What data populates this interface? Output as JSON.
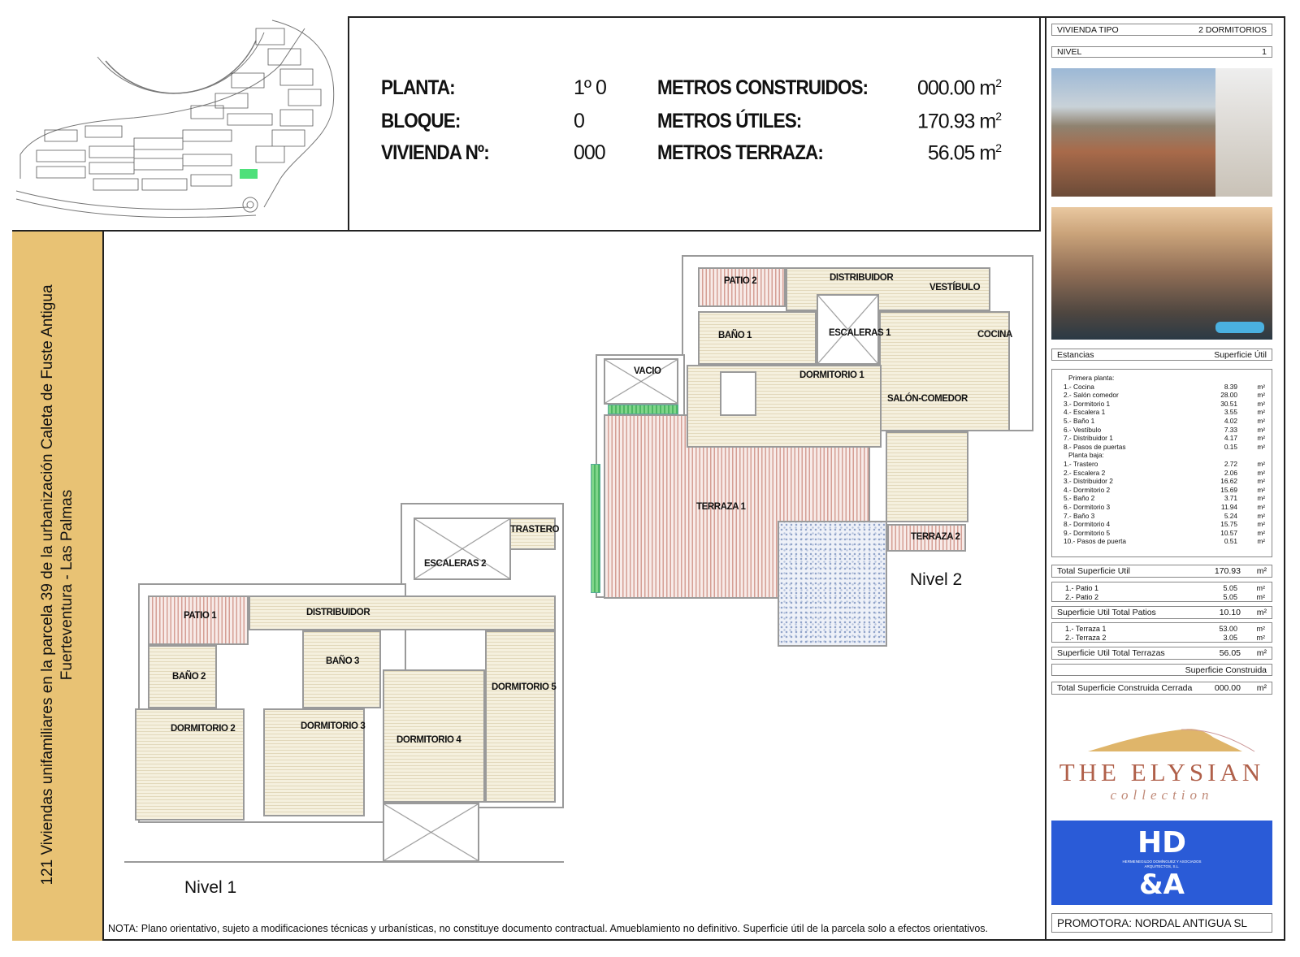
{
  "header": {
    "rows": [
      {
        "label": "PLANTA:",
        "value": "1º 0",
        "metric_label": "METROS CONSTRUIDOS:",
        "metric_value": "000.00 m",
        "unit_sup": "2"
      },
      {
        "label": "BLOQUE:",
        "value": "0",
        "metric_label": "METROS ÚTILES:",
        "metric_value": "170.93 m",
        "unit_sup": "2"
      },
      {
        "label": "VIVIENDA Nº:",
        "value": "000",
        "metric_label": "METROS TERRAZA:",
        "metric_value": "56.05 m",
        "unit_sup": "2"
      }
    ]
  },
  "side_title": {
    "line1": "121 Viviendas unifamiliares en la parcela 39 de la urbanización Caleta de Fuste Antigua",
    "line2": "Fuerteventura - Las Palmas"
  },
  "note": "NOTA: Plano orientativo, sujeto a modificaciones técnicas y urbanísticas, no constituye documento contractual. Amueblamiento no definitivo. Superficie útil de la parcela solo a efectos orientativos.",
  "plan": {
    "nivel2": {
      "label": "Nivel 2",
      "rooms": {
        "patio2": "PATIO 2",
        "distribuidor": "DISTRIBUIDOR",
        "vestibulo": "VESTÍBULO",
        "bano1": "BAÑO 1",
        "escaleras1": "ESCALERAS 1",
        "cocina": "COCINA",
        "vacio": "VACIO",
        "dormitorio1": "DORMITORIO 1",
        "salon": "SALÓN-COMEDOR",
        "terraza1": "TERRAZA 1",
        "terraza2": "TERRAZA 2"
      }
    },
    "nivel1": {
      "label": "Nivel 1",
      "rooms": {
        "trastero": "TRASTERO",
        "escaleras2": "ESCALERAS 2",
        "patio1": "PATIO 1",
        "distribuidor": "DISTRIBUIDOR",
        "bano3": "BAÑO 3",
        "bano2": "BAÑO 2",
        "dormitorio5": "DORMITORIO 5",
        "dormitorio2": "DORMITORIO 2",
        "dormitorio3": "DORMITORIO 3",
        "dormitorio4": "DORMITORIO 4"
      }
    }
  },
  "sidebar": {
    "vivienda_tipo_label": "VIVIENDA TIPO",
    "vivienda_tipo_value": "2 DORMITORIOS",
    "nivel_label": "NIVEL",
    "nivel_value": "1",
    "estancias_label": "Estancias",
    "superficie_util_label": "Superficie Útil",
    "primera_planta_label": "Primera planta:",
    "primera_planta": [
      {
        "name": "1.- Cocina",
        "value": "8.39",
        "unit": "m²"
      },
      {
        "name": "2.- Salón comedor",
        "value": "28.00",
        "unit": "m²"
      },
      {
        "name": "3.- Dormitorio 1",
        "value": "30.51",
        "unit": "m²"
      },
      {
        "name": "4.- Escalera 1",
        "value": "3.55",
        "unit": "m²"
      },
      {
        "name": "5.- Baño 1",
        "value": "4.02",
        "unit": "m²"
      },
      {
        "name": "6.- Vestíbulo",
        "value": "7.33",
        "unit": "m²"
      },
      {
        "name": "7.- Distribuidor 1",
        "value": "4.17",
        "unit": "m²"
      },
      {
        "name": "8.- Pasos de puertas",
        "value": "0.15",
        "unit": "m²"
      }
    ],
    "planta_baja_label": "Planta baja:",
    "planta_baja": [
      {
        "name": "1.- Trastero",
        "value": "2.72",
        "unit": "m²"
      },
      {
        "name": "2.- Escalera 2",
        "value": "2.06",
        "unit": "m²"
      },
      {
        "name": "3.- Distribuidor 2",
        "value": "16.62",
        "unit": "m²"
      },
      {
        "name": "4.- Dormitorio 2",
        "value": "15.69",
        "unit": "m²"
      },
      {
        "name": "5.- Baño 2",
        "value": "3.71",
        "unit": "m²"
      },
      {
        "name": "6.- Dormitorio 3",
        "value": "11.94",
        "unit": "m²"
      },
      {
        "name": "7.- Baño 3",
        "value": "5.24",
        "unit": "m²"
      },
      {
        "name": "8.- Dormitorio 4",
        "value": "15.75",
        "unit": "m²"
      },
      {
        "name": "9.- Dormitorio 5",
        "value": "10.57",
        "unit": "m²"
      },
      {
        "name": "10.- Pasos de puerta",
        "value": "0.51",
        "unit": "m²"
      }
    ],
    "total_util": {
      "label": "Total Superficie Util",
      "value": "170.93",
      "unit": "m²"
    },
    "patios": [
      {
        "name": "1.- Patio 1",
        "value": "5.05",
        "unit": "m²"
      },
      {
        "name": "2.- Patio 2",
        "value": "5.05",
        "unit": "m²"
      }
    ],
    "total_patios": {
      "label": "Superficie Util Total Patios",
      "value": "10.10",
      "unit": "m²"
    },
    "terrazas": [
      {
        "name": "1.- Terraza 1",
        "value": "53.00",
        "unit": "m²"
      },
      {
        "name": "2.- Terraza 2",
        "value": "3.05",
        "unit": "m²"
      }
    ],
    "total_terrazas": {
      "label": "Superficie Util Total Terrazas",
      "value": "56.05",
      "unit": "m²"
    },
    "superficie_construida_label": "Superficie Construida",
    "total_construida": {
      "label": "Total Superficie Construida Cerrada",
      "value": "000.00",
      "unit": "m²"
    },
    "logo_elysian": {
      "title": "THE ELYSIAN",
      "subtitle": "collection"
    },
    "logo_hda": {
      "top": "HD",
      "small": "HERMENEGILDO DOMÍNGUEZ Y ASOCIADOS ARQUITECTOS, S.L.",
      "bottom": "&A"
    },
    "promotora": "PROMOTORA: NORDAL ANTIGUA SL"
  },
  "colors": {
    "band": "#e8c274",
    "hda_blue": "#2a5bd7",
    "elysian_text": "#b0604a",
    "elysian_dune": "#dfb56a",
    "site_highlight": "#4ee07a"
  }
}
